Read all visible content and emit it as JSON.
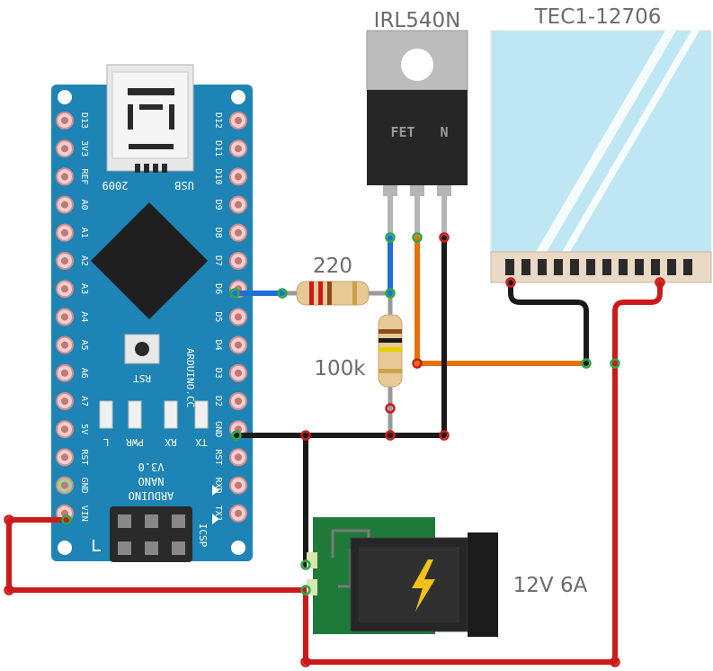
{
  "labels": {
    "mosfet": "IRL540N",
    "peltier": "TEC1-12706",
    "resistor_220": "220",
    "resistor_100k": "100k",
    "power": "12V 6A"
  },
  "mosfet_body": {
    "line1": "FET",
    "line2": "N"
  },
  "arduino": {
    "usb_label": "USB",
    "year": "2009",
    "rst_label": "RST",
    "site": "ARDUINO.CC",
    "version": "V3.0",
    "name1": "NANO",
    "name2": "ARDUINO",
    "icsp": "ICSP",
    "leds": [
      "L",
      "PWR",
      "RX",
      "TX"
    ],
    "left_pins": [
      "D13",
      "3V3",
      "REF",
      "A0",
      "A1",
      "A2",
      "A3",
      "A4",
      "A5",
      "A6",
      "A7",
      "5V",
      "RST",
      "GND",
      "VIN"
    ],
    "right_pins": [
      "D12",
      "D11",
      "D10",
      "D9",
      "D8",
      "D7",
      "D6",
      "D5",
      "D4",
      "D3",
      "D2",
      "GND",
      "RST",
      "RXD",
      "TX1"
    ]
  },
  "colors": {
    "board": "#1d84b5",
    "wire_red": "#cc1a1a",
    "wire_black": "#1a1a1a",
    "wire_orange": "#e8700a",
    "wire_blue": "#1f6fd6",
    "wire_gray": "#9a9a9a",
    "jack_pcb": "#1f7a3a",
    "peltier": "#bfe7f3"
  }
}
